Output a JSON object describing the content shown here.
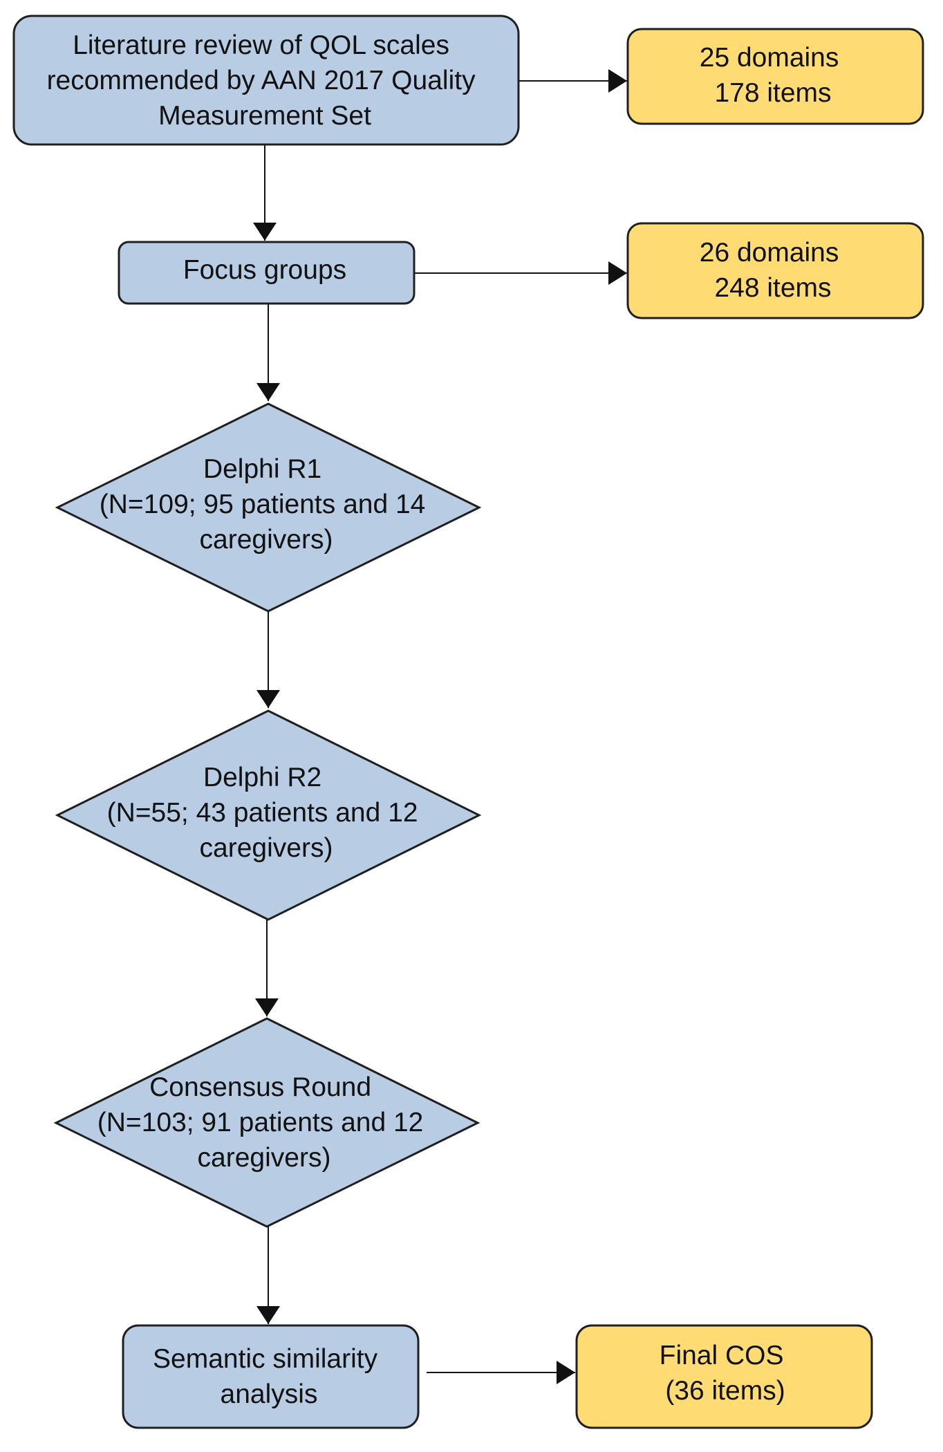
{
  "colors": {
    "process_fill": "#b8cce4",
    "outcome_fill": "#fedb73",
    "stroke": "#1f1f1f",
    "connector": "#111111"
  },
  "nodes": {
    "literature_review": {
      "shape": "rounded-rectangle",
      "lines": [
        "Literature review of QOL scales",
        "recommended by AAN 2017 Quality",
        "Measurement Set"
      ]
    },
    "focus_groups": {
      "shape": "rounded-rectangle",
      "lines": [
        "Focus groups"
      ]
    },
    "delphi_r1": {
      "shape": "diamond",
      "lines": [
        "Delphi R1",
        "(N=109; 95 patients and 14",
        "caregivers)"
      ]
    },
    "delphi_r2": {
      "shape": "diamond",
      "lines": [
        "Delphi R2",
        "(N=55; 43 patients and 12",
        "caregivers)"
      ]
    },
    "consensus_round": {
      "shape": "diamond",
      "lines": [
        "Consensus Round",
        "(N=103; 91 patients and 12",
        "caregivers)"
      ]
    },
    "semantic_similarity": {
      "shape": "rounded-rectangle",
      "lines": [
        "Semantic similarity",
        "analysis"
      ]
    },
    "result_literature": {
      "shape": "rounded-rectangle",
      "lines": [
        "25 domains",
        "178 items"
      ]
    },
    "result_focus_groups": {
      "shape": "rounded-rectangle",
      "lines": [
        "26 domains",
        "248 items"
      ]
    },
    "final_cos": {
      "shape": "rounded-rectangle",
      "lines": [
        "Final COS",
        "(36 items)"
      ]
    }
  },
  "edges": [
    {
      "from": "literature_review",
      "to": "focus_groups"
    },
    {
      "from": "focus_groups",
      "to": "delphi_r1"
    },
    {
      "from": "delphi_r1",
      "to": "delphi_r2"
    },
    {
      "from": "delphi_r2",
      "to": "consensus_round"
    },
    {
      "from": "consensus_round",
      "to": "semantic_similarity"
    },
    {
      "from": "literature_review",
      "to": "result_literature"
    },
    {
      "from": "focus_groups",
      "to": "result_focus_groups"
    },
    {
      "from": "semantic_similarity",
      "to": "final_cos"
    }
  ]
}
